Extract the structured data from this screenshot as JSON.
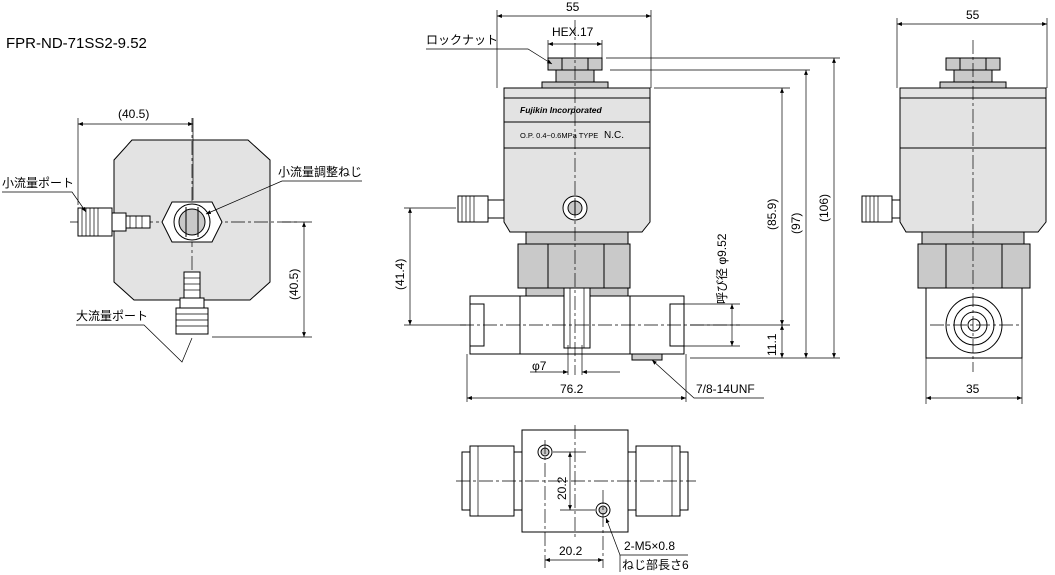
{
  "title": "FPR-ND-71SS2-9.52",
  "labels": {
    "locknut": "ロックナット",
    "small_port": "小流量ポート",
    "small_adjust_screw": "小流量調整ねじ",
    "large_port": "大流量ポート",
    "nominal_dia": "呼び径 φ9.52",
    "thread": "7/8-14UNF",
    "tapped_holes": "2-M5×0.8",
    "thread_depth": "ねじ部長さ6",
    "hex": "HEX.17"
  },
  "nameplate": {
    "brand": "Fujikin Incorporated",
    "op_spec": "O.P. 0.4~0.6MPa TYPE",
    "type": "N.C."
  },
  "dimensions": {
    "top_width_paren": "(40.5)",
    "top_height_paren": "(40.5)",
    "front_width": "55",
    "front_h_85_9": "(85.9)",
    "front_h_97": "(97)",
    "front_h_106": "(106)",
    "front_h_41_4": "(41.4)",
    "front_h_11_1": "11.1",
    "front_bore": "φ7",
    "front_length": "76.2",
    "side_width": "55",
    "side_base": "35",
    "bottom_pitch_v": "20.2",
    "bottom_pitch_h": "20.2"
  }
}
